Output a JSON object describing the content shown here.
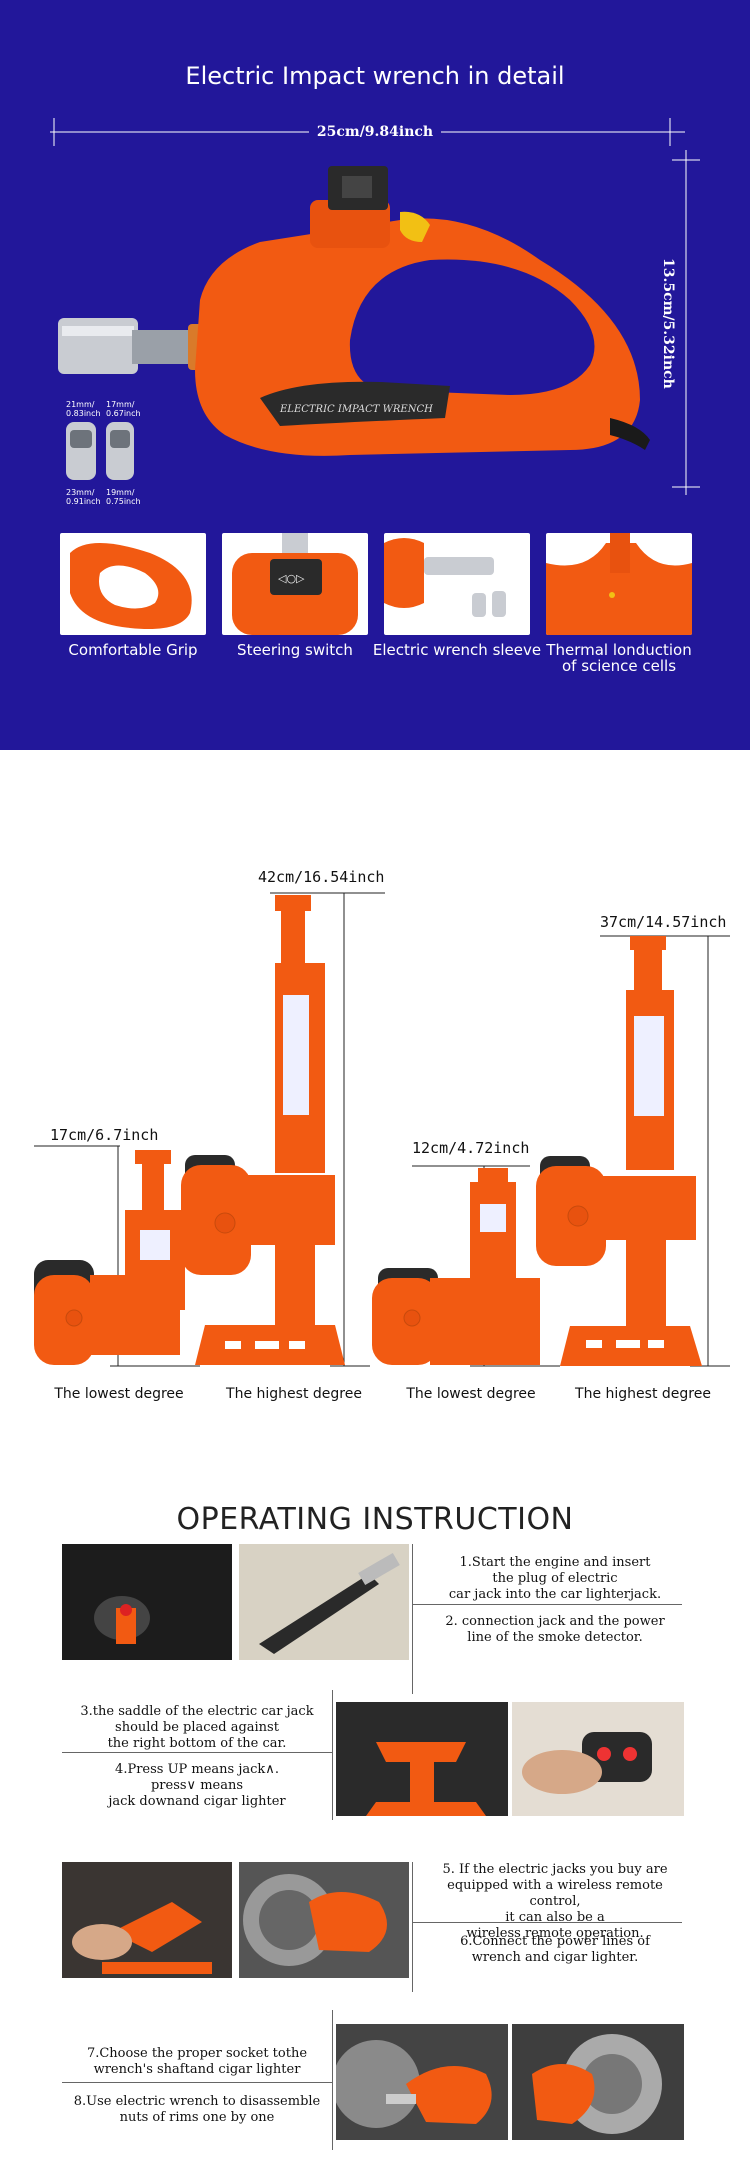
{
  "detail": {
    "title": "Electric Impact wrench in detail",
    "width_dim": "25cm/9.84inch",
    "height_dim": "13.5cm/5.32inch",
    "wrench_label": "ELECTRIC IMPACT WRENCH",
    "sockets": [
      {
        "top": "21mm/\n0.83inch",
        "bottom": "23mm/\n0.91inch"
      },
      {
        "top": "17mm/\n0.67inch",
        "bottom": "19mm/\n0.75inch"
      }
    ],
    "features": [
      {
        "caption": "Comfortable Grip"
      },
      {
        "caption": "Steering switch"
      },
      {
        "caption": "Electric wrench sleeve"
      },
      {
        "caption": "Thermal londuction\nof science cells"
      }
    ]
  },
  "jacks": {
    "left_low_dim": "17cm/6.7inch",
    "left_high_dim": "42cm/16.54inch",
    "right_low_dim": "12cm/4.72inch",
    "right_high_dim": "37cm/14.57inch",
    "captions": [
      "The lowest degree",
      "The highest degree",
      "The lowest degree",
      "The highest degree"
    ]
  },
  "instructions": {
    "title": "OPERATING INSTRUCTION",
    "steps": [
      "1.Start the engine and insert\nthe plug of electric\ncar jack into the car lighterjack.",
      "2. connection jack and the power\nline of the smoke detector.",
      "3.the saddle of the electric car jack\nshould be placed against\nthe right bottom of the car.",
      "4.Press UP means jack∧.\npress∨ means\njack downand cigar lighter",
      "5. If the electric jacks you buy are\nequipped with a wireless remote control,\nit can also be a\nwireless remote operation.",
      "6.Connect the power lines of\nwrench and cigar lighter.",
      "7.Choose the proper socket tothe\nwrench's shaftand cigar lighter",
      "8.Use electric wrench to disassemble\nnuts of rims one by one"
    ]
  },
  "colors": {
    "banner_blue": "#22179a",
    "product_orange": "#f25a12",
    "dark_accent": "#2a2a2a"
  }
}
